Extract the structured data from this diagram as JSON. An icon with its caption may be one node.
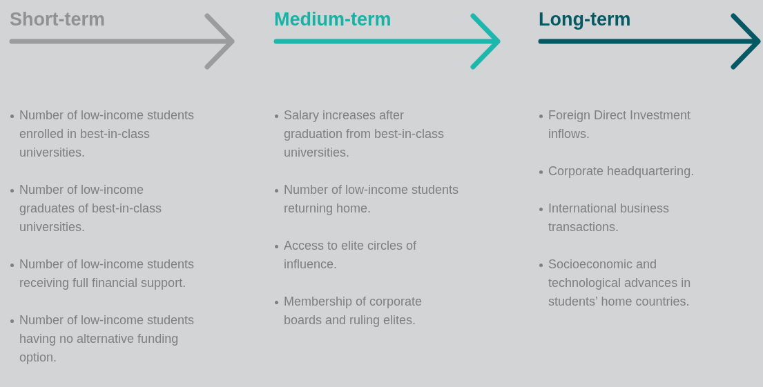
{
  "diagram": {
    "labels": [
      "Short-term",
      "Number of low-income students enrolled in best-in-class universities.",
      "Number of low-income graduates of best-in-class universities.",
      "Number of low-income students receiving full financial support.",
      "Number of low-income students having no alternative funding option.",
      "Medium-term",
      "Salary increases after graduation from best-in-class universities.",
      "Number of low-income students returning home.",
      "Access to elite circles of influence.",
      "Membership of corporate boards and ruling elites.",
      "Long-term",
      "Foreign Direct Investment inflows.",
      "Corporate headquartering.",
      "International business transactions.",
      "Socioeconomic and technological advances in students’ home countries."
    ]
  }
}
